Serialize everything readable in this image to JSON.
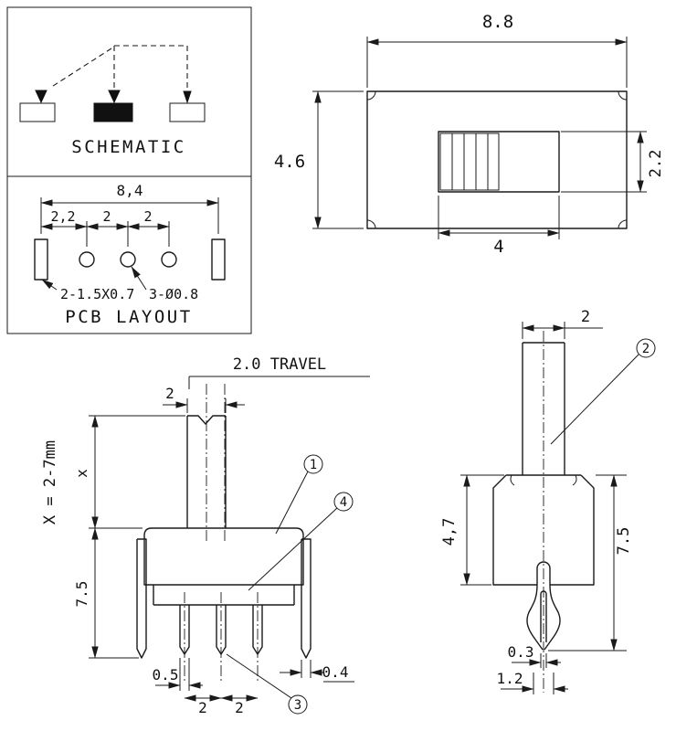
{
  "schematic": {
    "label": "SCHEMATIC"
  },
  "pcb": {
    "label": "PCB LAYOUT",
    "dim_overall": "8,4",
    "dim_pad_to_hole": "2,2",
    "dim_pitch_1": "2",
    "dim_pitch_2": "2",
    "note_pads": "2-1.5X0.7",
    "note_holes": "3-Ø0.8"
  },
  "top_view": {
    "dim_width": "8.8",
    "dim_depth": "4.6",
    "dim_slot_height": "2.2",
    "dim_slot_width": "4"
  },
  "front_view": {
    "note_travel": "2.0 TRAVEL",
    "dim_knob_width": "2",
    "dim_shaft_height": "x",
    "note_shaft_range": "X = 2-7mm",
    "dim_body_height": "7.5",
    "dim_pin_width": "0.5",
    "dim_pin_pitch_1": "2",
    "dim_pin_pitch_2": "2",
    "dim_leg_width": "0.4",
    "balloon_body": "1",
    "balloon_base": "4",
    "balloon_pin": "3"
  },
  "side_view": {
    "dim_knob_depth": "2",
    "dim_body_height": "4,7",
    "dim_total_height": "7.5",
    "dim_slot": "0.3",
    "dim_peg": "1.2",
    "balloon_actuator": "2"
  }
}
